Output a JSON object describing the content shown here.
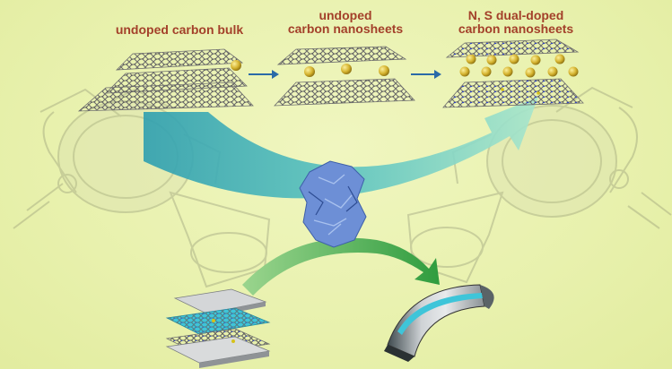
{
  "labels": {
    "bulk": "undoped carbon bulk",
    "nanosheets_line1": "undoped",
    "nanosheets_line2": "carbon nanosheets",
    "doped_line1": "N, S dual-doped",
    "doped_line2": "carbon nanosheets"
  },
  "colors": {
    "background": "#ecf3b4",
    "label_text": "#a3402a",
    "step_arrow": "#2a6aa8",
    "sweep_arrow_start": "#2e9fb0",
    "sweep_arrow_end": "#9fe0c8",
    "lower_arrow": "#3fa84a",
    "carbon": "#6f6f6f",
    "nitrogen": "#2a3fd0",
    "sulfur": "#d6c21a",
    "potassium": "#c9a520",
    "particle": "#5d82cf",
    "separator": "#3ec5d9"
  },
  "icons": {
    "left_mill": "ball-mill-jar-icon",
    "right_mill": "ball-mill-jar-icon",
    "particle": "crumpled-nanosheet-icon",
    "stack": "layered-device-icon",
    "flex": "flexible-battery-icon"
  }
}
